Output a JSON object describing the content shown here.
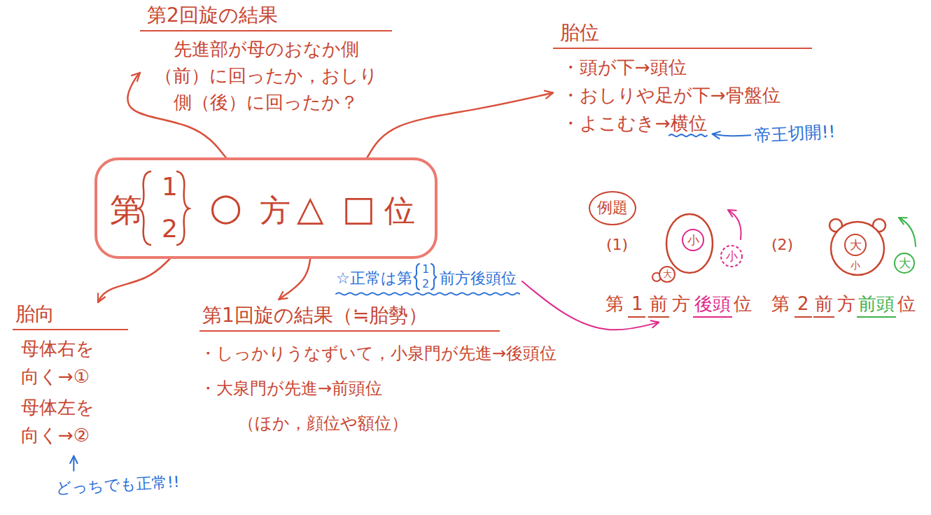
{
  "diagram": {
    "nodes": [
      {
        "text": [
          "第",
          "1",
          "2",
          "○",
          "方",
          "△",
          "□",
          "位"
        ]
      },
      {
        "text": [
          "第2回旋の結果",
          "先進部が母のおなか側（前）に回ったか，おしり側（後）に回ったか？"
        ]
      },
      {
        "text": [
          "胎位",
          "・頭が下→頭位",
          "・おしりや足が下→骨盤位",
          "・よこむき→横位"
        ]
      },
      {
        "text": [
          "胎向",
          "母体右を向く→①",
          "母体左を向く→②"
        ]
      },
      {
        "text": [
          "第1回旋の結果（≒胎勢）",
          "・しっかりうなずいて，小泉門が先進→後頭位",
          "・大泉門が先進→前頭位",
          "（ほか，顔位や額位）"
        ]
      },
      {
        "text": [
          "例題"
        ]
      }
    ],
    "edges": [
      {
        "from": 0,
        "to": 1,
        "arrow": "to"
      },
      {
        "from": 0,
        "to": 2,
        "arrow": "to"
      },
      {
        "from": 0,
        "to": 3,
        "arrow": "to"
      },
      {
        "from": 0,
        "to": 4,
        "arrow": "to"
      }
    ],
    "labels": [
      "帝王切開!!",
      "どっちでも正常!!",
      "☆正常は第",
      "1",
      "2",
      "前方後頭位",
      "(1)",
      "小",
      "大",
      "小",
      "第",
      "1",
      "前",
      "方",
      "後頭",
      "位",
      "(2)",
      "大",
      "小",
      "大",
      "第",
      "2",
      "前",
      "方",
      "前頭",
      "位"
    ]
  }
}
